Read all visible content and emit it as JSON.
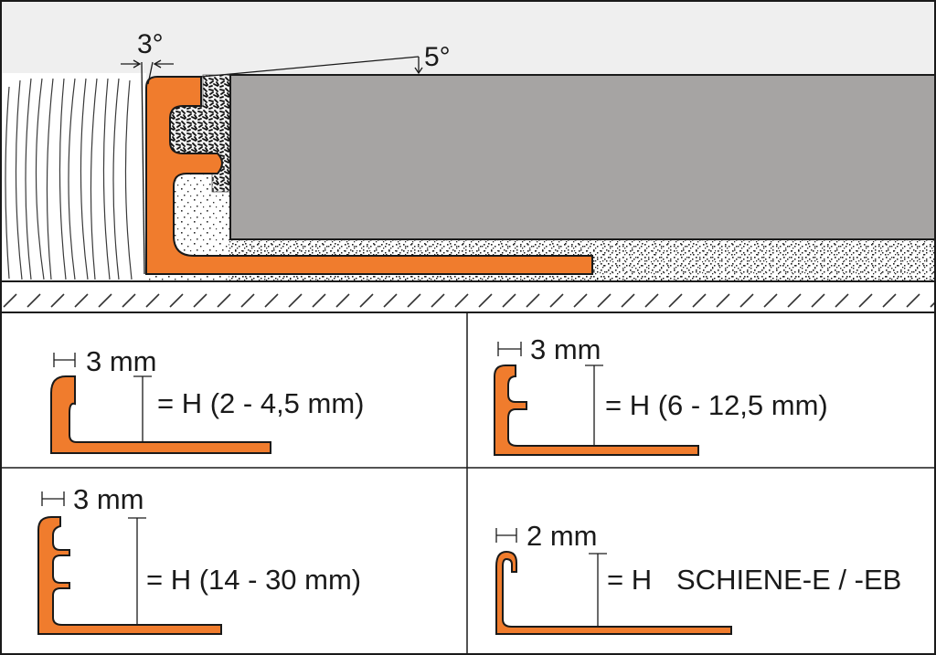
{
  "top_section": {
    "angle_left": "3°",
    "angle_right": "5°"
  },
  "profiles": [
    {
      "thickness": "3 mm",
      "height": "= H (2 - 4,5 mm)"
    },
    {
      "thickness": "3 mm",
      "height": "= H (6 - 12,5 mm)"
    },
    {
      "thickness": "3 mm",
      "height": "= H (14 - 30 mm)"
    },
    {
      "thickness": "2 mm",
      "height": "= H",
      "product": "SCHIENE-E / -EB"
    }
  ],
  "colors": {
    "profile_orange": "#f07c2d",
    "tile_gray": "#a6a4a3",
    "background_gray": "#efefef",
    "line_dark": "#1a1a1a"
  }
}
